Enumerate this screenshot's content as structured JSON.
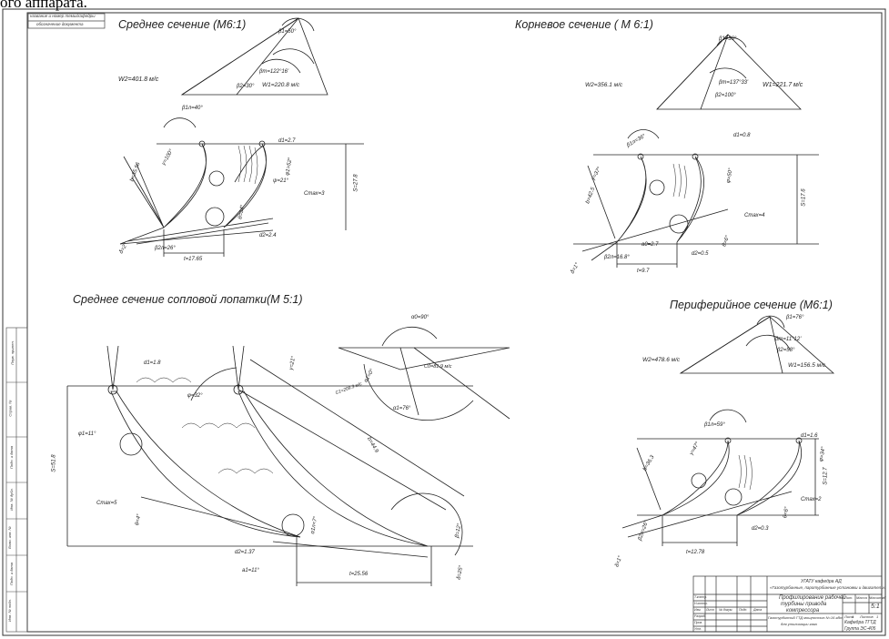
{
  "caption_fragment": "ого аппарата.",
  "stamp_corner": {
    "line1": "название и номер темы/кафедры",
    "line2": "обозначение документа"
  },
  "drawings": {
    "mean_section": {
      "title": "Среднее сечение (М6:1)",
      "w2": "W2=401.8 м/с",
      "w1": "W1=220.8 м/с",
      "beta1_label": "β1=50°",
      "beta_m_label": "βm=122°16'",
      "beta2_label": "β2=30°",
      "beta_inlet": "β1л=40°",
      "phi_chord": "b=35.56",
      "gamma": "γ=100°",
      "t_pitch": "t=17.65",
      "s_height": "S=27.8",
      "delta1": "d1=2.7",
      "delta2": "d2=2.4",
      "cmax": "Cmax=3",
      "beta_exit": "β2л=26°",
      "phi_angle": "φ1=52°",
      "alpha_angle": "ψ=21°",
      "theta": "θ=34°",
      "delta_exit": "δ=2°"
    },
    "root_section": {
      "title": "Корневое сечение ( М 6:1)",
      "w2": "W2=356.1 м/с",
      "w1": "W1=221.7 м/с",
      "beta1_label": "β1=36°",
      "beta_m_label": "βm=137°33'",
      "beta2_label": "β2=100°",
      "beta_inlet": "β1л=36°",
      "chord": "b=42.5",
      "gamma": "γ=37°",
      "t_pitch": "t=9.7",
      "s_height": "S=17.6",
      "delta1": "d1=0.8",
      "delta2": "d2=0.5",
      "cmax": "Cmax=4",
      "beta_exit": "β2л=16.8°",
      "a_exit": "a0=2.7",
      "phi_angle": "φ=50°",
      "theta": "θ=6°",
      "delta_exit": "δ=1°"
    },
    "nozzle_section": {
      "title": "Среднее сечение сопловой лопатки(М 5:1)",
      "alpha0": "α0=90°",
      "c1": "C1=209.3 м/с",
      "c0": "C0=81.9 м/с",
      "alpha1_small": "α1=0°",
      "alpha1": "α1=76°",
      "delta1": "d1=1.8",
      "delta2": "d2=1.37",
      "chord": "b=44.9",
      "s_height": "S=51.8",
      "t_pitch": "t=25.56",
      "cmax": "Cmax=5",
      "gamma": "γ=21°",
      "phi_small": "φ1=11°",
      "phi_angle": "φ=32°",
      "theta": "θ=4°",
      "alpha_exit": "α1л=7°",
      "beta_exit": "β=12°",
      "delta_exit": "δ=25°",
      "a_exit": "a1=11°"
    },
    "tip_section": {
      "title": "Периферийное сечение (М6:1)",
      "w2": "W2=478.6 м/с",
      "w1": "W1=156.5 м/с",
      "beta1_label": "β1=76°",
      "beta_m_label": "βm=11°12'",
      "beta2_label": "β2=58°",
      "beta_inlet": "β1л=59°",
      "chord": "b=36.3",
      "gamma": "γ=47°",
      "t_pitch": "t=12.78",
      "s_height": "S=12.7",
      "delta1": "d1=1.6",
      "delta2": "d2=0.3",
      "cmax": "Cmax=2",
      "beta_exit": "β2л=26°",
      "phi_angle": "φ=34°",
      "theta": "θ=6°",
      "delta_exit": "δ=1°"
    }
  },
  "title_block": {
    "org_line1": "УГАТУ кафедра АД",
    "org_line2": "«Газотурбинные, паротурбинные установки и двигатели»",
    "doc_title_1": "Профилирование рабочей",
    "doc_title_2": "турбины привода",
    "doc_title_3": "компрессора",
    "subtitle_1": "Газотурбинный ГТД мощностью N=16 кВт",
    "subtitle_2": "для утилизации газа",
    "dept": "Кафедра ТГТД",
    "group": "Группа ЭС-405",
    "sheet_label": "Лист",
    "sheets_label": "Листов",
    "sheet_num": "1",
    "sheets_total": "1",
    "scale": "5:1",
    "row_labels": [
      "Разраб.",
      "Пров.",
      "Т.контр.",
      "Н.контр.",
      "Утв."
    ],
    "col_labels": [
      "Изм.",
      "Лист",
      "№ докум.",
      "Подп.",
      "Дата"
    ],
    "lit_label": "Лит.",
    "mass_label": "Масса",
    "scale_label": "Масштаб"
  },
  "left_margin": {
    "labels": [
      "Перв. примен.",
      "Справ. №",
      "Подп. и дата",
      "Инв. № дубл.",
      "Взам. инв. №",
      "Подп. и дата",
      "Инв. № подл."
    ]
  }
}
